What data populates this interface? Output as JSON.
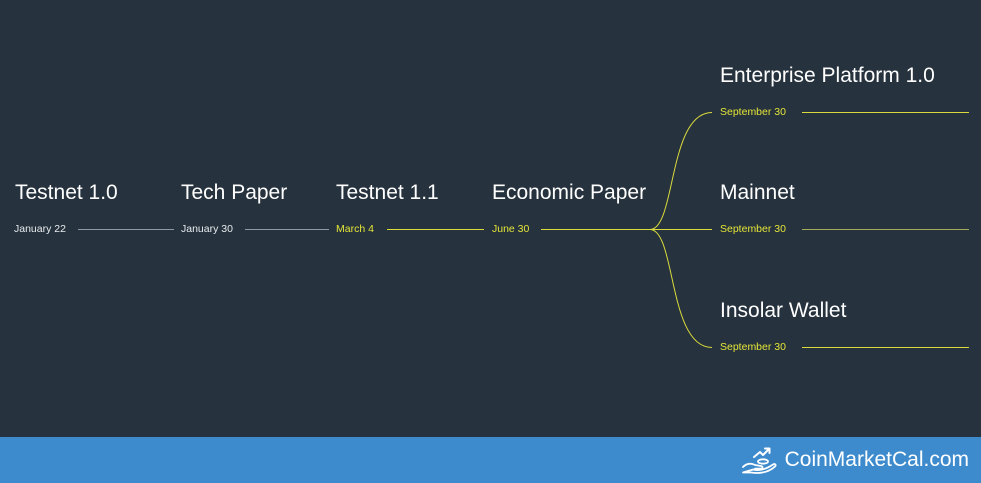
{
  "milestones": [
    {
      "title": "Testnet 1.0",
      "date": "January 22"
    },
    {
      "title": "Tech Paper",
      "date": "January 30"
    },
    {
      "title": "Testnet 1.1",
      "date": "March 4"
    },
    {
      "title": "Economic Paper",
      "date": "June 30"
    },
    {
      "title": "Enterprise Platform 1.0",
      "date": "September 30"
    },
    {
      "title": "Mainnet",
      "date": "September 30"
    },
    {
      "title": "Insolar Wallet",
      "date": "September 30"
    }
  ],
  "colors": {
    "background": "#26323d",
    "line_white": "#8e9aa6",
    "line_yellow": "#d9da3c",
    "footer": "#3d8bcd"
  },
  "footer": {
    "brand": "CoinMarketCal.com",
    "icon": "coin-hand-chart-icon"
  }
}
